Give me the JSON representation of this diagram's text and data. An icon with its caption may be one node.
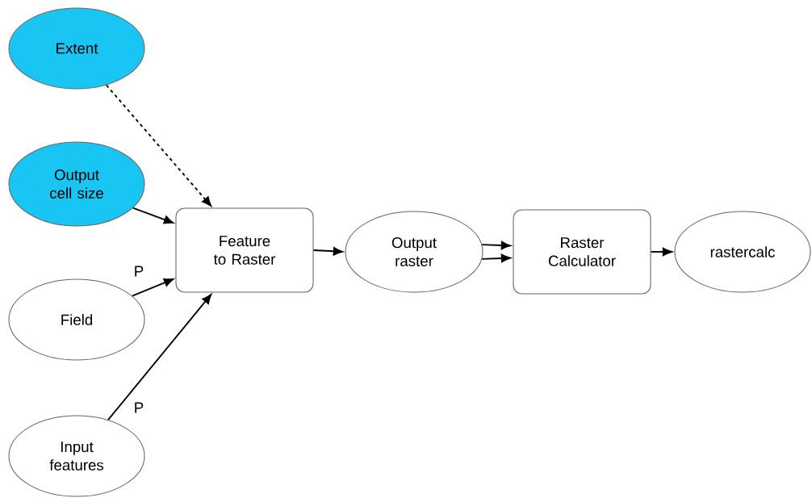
{
  "diagram": {
    "nodes": [
      {
        "text": [
          "Extent"
        ]
      },
      {
        "text": [
          "Output cell size"
        ]
      },
      {
        "text": [
          "Field"
        ]
      },
      {
        "text": [
          "Input features"
        ]
      },
      {
        "text": [
          "Feature to Raster"
        ]
      },
      {
        "text": [
          "Output raster"
        ]
      },
      {
        "text": [
          "Raster Calculator"
        ]
      },
      {
        "text": [
          "rastercalc"
        ]
      }
    ],
    "edges": [
      {
        "from": 0,
        "to": 4,
        "arrow": "to",
        "style": "dashed"
      },
      {
        "from": 1,
        "to": 4,
        "arrow": "to"
      },
      {
        "from": 2,
        "to": 4,
        "arrow": "to",
        "label": "P"
      },
      {
        "from": 3,
        "to": 4,
        "arrow": "to",
        "label": "P"
      },
      {
        "from": 4,
        "to": 5,
        "arrow": "to"
      },
      {
        "from": 5,
        "to": 6,
        "arrow": "to"
      },
      {
        "from": 5,
        "to": 6,
        "arrow": "to"
      },
      {
        "from": 6,
        "to": 7,
        "arrow": "to"
      }
    ]
  }
}
